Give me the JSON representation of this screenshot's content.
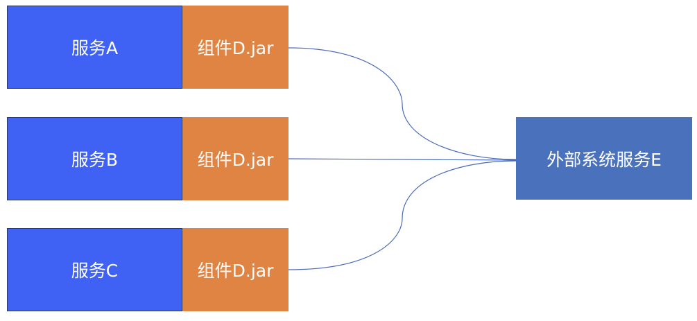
{
  "colors": {
    "service_fill": "#4062f4",
    "component_fill": "#e08443",
    "external_fill": "#4a72bc",
    "connector_stroke": "#4a6ab8"
  },
  "services": [
    {
      "label": "服务A",
      "component": "组件D.jar"
    },
    {
      "label": "服务B",
      "component": "组件D.jar"
    },
    {
      "label": "服务C",
      "component": "组件D.jar"
    }
  ],
  "external": {
    "label": "外部系统服务E"
  }
}
